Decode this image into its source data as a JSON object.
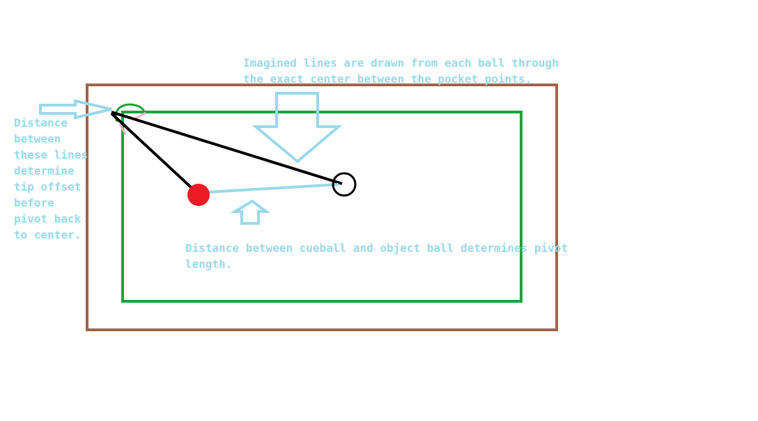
{
  "annotations": {
    "top_line_1": "Imagined lines are drawn from each ball through",
    "top_line_2": "the exact center between the pocket points.",
    "left_lines": [
      "Distance",
      "between",
      "these lines",
      "determine",
      "tip offset",
      "before",
      "pivot back",
      "to center."
    ],
    "bottom_line_1": "Distance between cueball and object ball determines pivot",
    "bottom_line_2": "length."
  },
  "colors": {
    "rail": "#a0654a",
    "cushion": "#1aa33c",
    "text": "#99d9ea",
    "cue_ball": "#ed1c24",
    "aim_line": "#000000",
    "pocket_mark": "#ffaec9"
  }
}
